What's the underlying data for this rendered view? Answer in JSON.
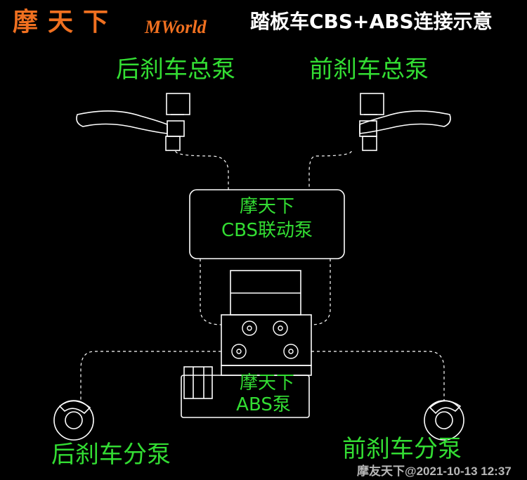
{
  "header": {
    "logo_cn": "摩天下",
    "logo_en": "MWorld",
    "title": "踏板车CBS+ABS连接示意"
  },
  "labels": {
    "rear_master": "后刹车总泵",
    "front_master": "前刹车总泵",
    "cbs_line1": "摩天下",
    "cbs_line2": "CBS联动泵",
    "abs_line1": "摩天下",
    "abs_line2": "ABS泵",
    "rear_caliper": "后刹车分泵",
    "front_caliper": "前刹车分泵"
  },
  "watermark": "摩友天下@2021-10-13 12:37",
  "colors": {
    "label": "#33dd33",
    "logo": "#f07020",
    "lines": "#ffffff"
  }
}
